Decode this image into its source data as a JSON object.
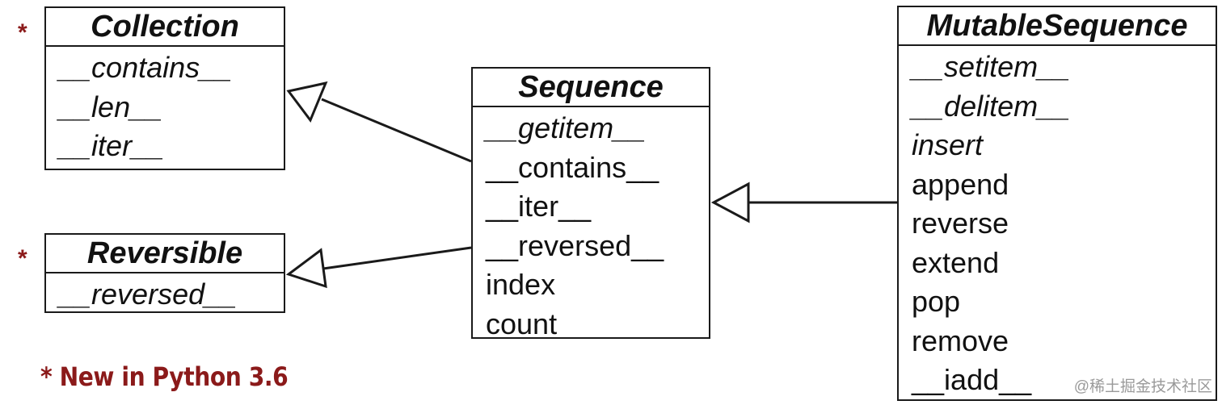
{
  "classes": {
    "collection": {
      "title": "Collection",
      "members": [
        {
          "name": "__contains__",
          "abstract": true
        },
        {
          "name": "__len__",
          "abstract": true
        },
        {
          "name": "__iter__",
          "abstract": true
        }
      ]
    },
    "reversible": {
      "title": "Reversible",
      "members": [
        {
          "name": "__reversed__",
          "abstract": true
        }
      ]
    },
    "sequence": {
      "title": "Sequence",
      "members": [
        {
          "name": "__getitem__",
          "abstract": true
        },
        {
          "name": "__contains__",
          "abstract": false
        },
        {
          "name": "__iter__",
          "abstract": false
        },
        {
          "name": "__reversed__",
          "abstract": false
        },
        {
          "name": "index",
          "abstract": false
        },
        {
          "name": "count",
          "abstract": false
        }
      ]
    },
    "mutable_sequence": {
      "title": "MutableSequence",
      "members": [
        {
          "name": "__setitem__",
          "abstract": true
        },
        {
          "name": "__delitem__",
          "abstract": true
        },
        {
          "name": "insert",
          "abstract": true
        },
        {
          "name": "append",
          "abstract": false
        },
        {
          "name": "reverse",
          "abstract": false
        },
        {
          "name": "extend",
          "abstract": false
        },
        {
          "name": "pop",
          "abstract": false
        },
        {
          "name": "remove",
          "abstract": false
        },
        {
          "name": "__iadd__",
          "abstract": false
        }
      ]
    }
  },
  "markers": {
    "collection_star": "*",
    "reversible_star": "*"
  },
  "footnote": "* New in Python 3.6",
  "watermark": "@稀土掘金技术社区",
  "colors": {
    "line": "#1a1a1a",
    "note": "#8b1a1a",
    "watermark": "#9a9a9a"
  }
}
